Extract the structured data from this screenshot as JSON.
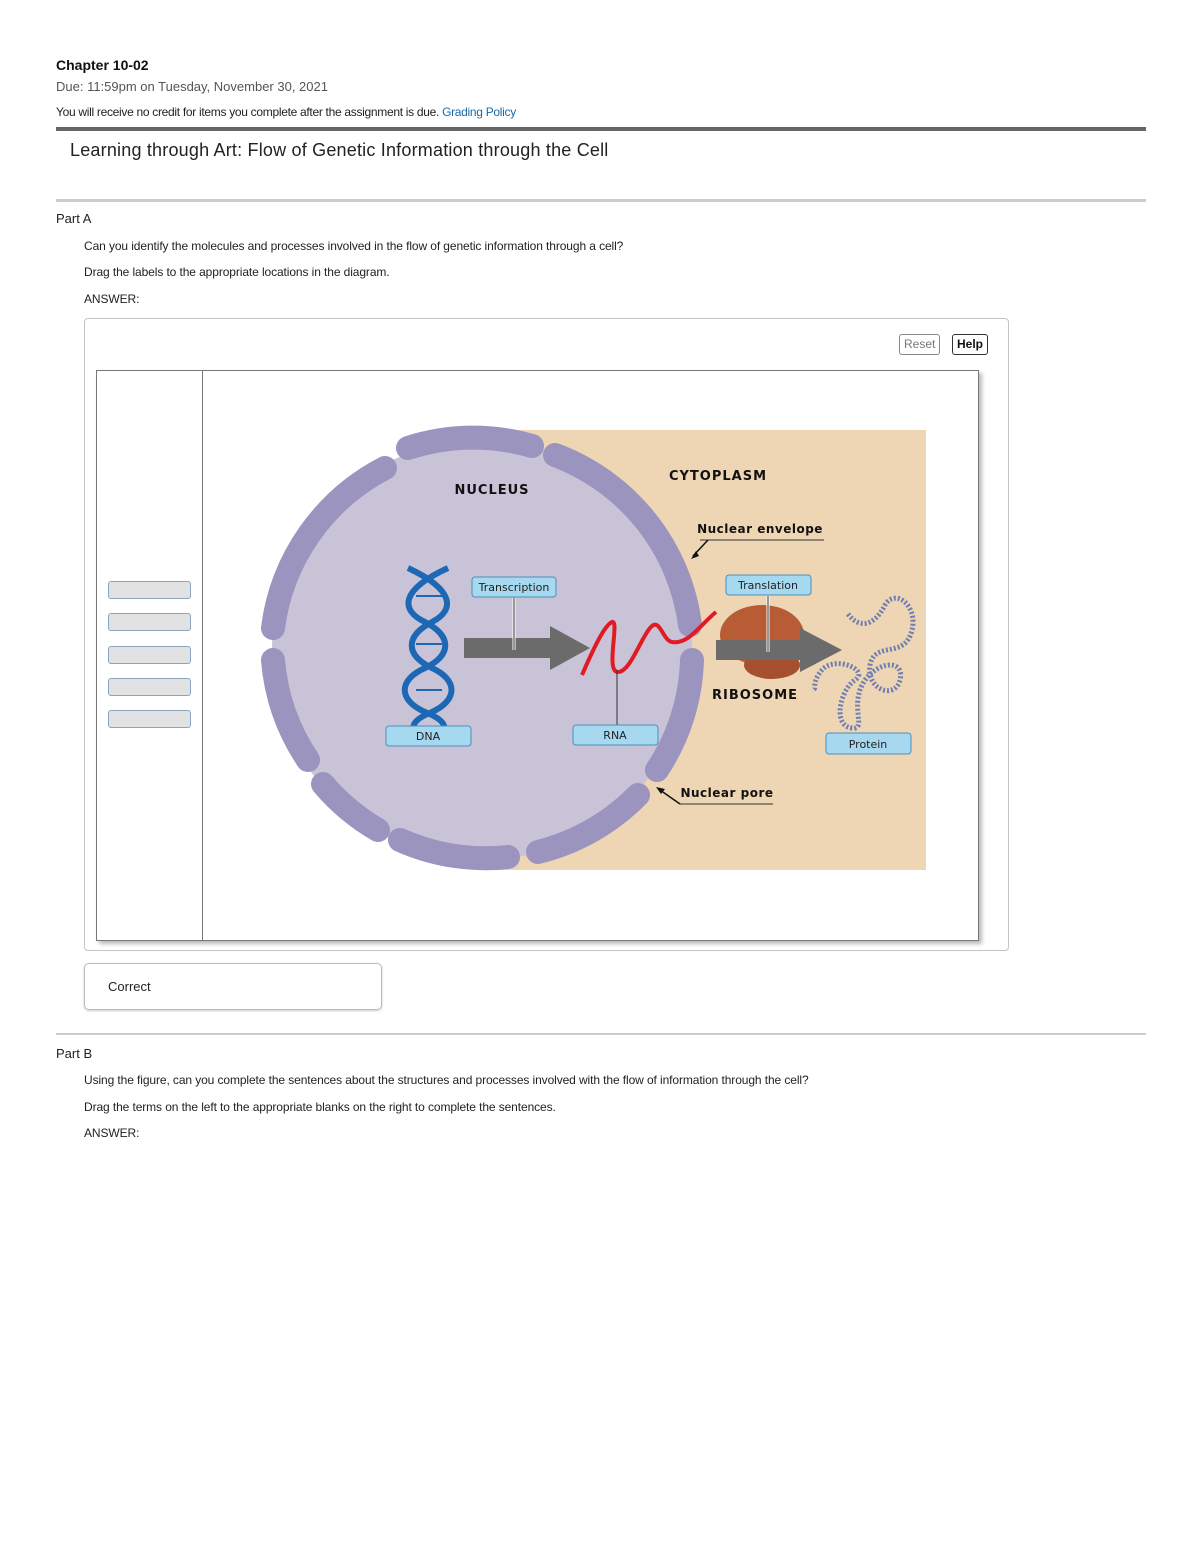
{
  "header": {
    "chapter": "Chapter 10-02",
    "due": "Due: 11:59pm on Tuesday, November 30, 2021",
    "credit_notice": "You will receive no credit for items you complete after the assignment is due.",
    "grading_policy_link": "Grading Policy"
  },
  "title": "Learning through Art: Flow of Genetic Information through the Cell",
  "part_a": {
    "label": "Part A",
    "question": "Can you identify the molecules and processes involved in the flow of genetic information through a cell?",
    "instruction": "Drag the labels to the appropriate locations in the diagram.",
    "answer_label": "ANSWER:",
    "buttons": {
      "reset": "Reset",
      "help": "Help"
    },
    "diagram": {
      "nucleus": "NUCLEUS",
      "cytoplasm": "CYTOPLASM",
      "nuclear_envelope": "Nuclear envelope",
      "nuclear_pore": "Nuclear pore",
      "ribosome": "RIBOSOME",
      "placed_labels": {
        "transcription": "Transcription",
        "translation": "Translation",
        "dna": "DNA",
        "rna": "RNA",
        "protein": "Protein"
      },
      "empty_slots": 5
    },
    "feedback": "Correct"
  },
  "part_b": {
    "label": "Part B",
    "question": "Using the figure, can you complete the sentences about the structures and processes involved with the flow of information through the cell?",
    "instruction": "Drag the terms on the left to the appropriate blanks on the right to complete the sentences.",
    "answer_label": "ANSWER:"
  },
  "colors": {
    "link": "#1a6aa8",
    "nucleus_fill": "#c9c3d8",
    "envelope": "#9a94bf",
    "cytoplasm": "#eed6b4",
    "dna": "#1c68b4",
    "rna": "#e01b24",
    "label_fill": "#a6d9ef",
    "ribosome": "#b85c35",
    "protein": "#6f7fb2"
  }
}
